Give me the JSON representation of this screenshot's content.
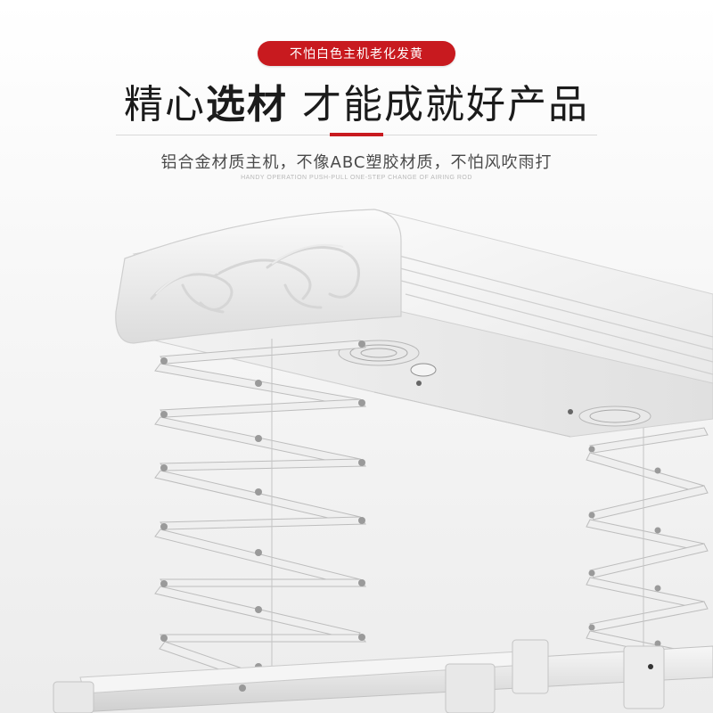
{
  "badge": {
    "text": "不怕白色主机老化发黄"
  },
  "headline": {
    "part1": "精心",
    "part2": "选材",
    "part3": " 才能成就好产品"
  },
  "subtitle": {
    "text": "铝合金材质主机，不像ABC塑胶材质，不怕风吹雨打"
  },
  "caption": {
    "text": "HANDY OPERATION PUSH-PULL ONE-STEP CHANGE OF AIRING ROD"
  },
  "colors": {
    "accent": "#c81a1f",
    "headline": "#1b1b1b",
    "subtitle": "#4a4a4a"
  }
}
